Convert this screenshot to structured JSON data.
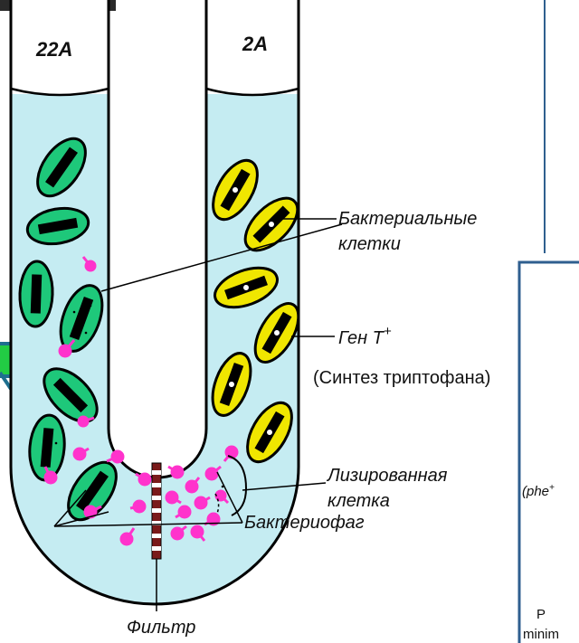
{
  "diagram": {
    "tube_left_label": "22A",
    "tube_right_label": "2A",
    "labels": {
      "bacterial_cells_line1": "Бактериальные",
      "bacterial_cells_line2": "клетки",
      "gene": "Ген Т",
      "gene_sup": "+",
      "synthesis": "(Синтез триптофана)",
      "lysed_line1": "Лизированная",
      "lysed_line2": "клетка",
      "phage": "Бактериофаг",
      "filter": "Фильтр"
    },
    "side_panel_fragments": {
      "phe_prefix": "(phe",
      "phe_sup": "+",
      "letter_p": "P",
      "minim": "minim"
    }
  },
  "colors": {
    "medium": "#c5ecf2",
    "green_cell": "#1ec87a",
    "yellow_cell": "#f0e600",
    "phage": "#ff33cc",
    "filter": "#7a1a1a",
    "panel_border": "#2f5f8f",
    "green_square": "#22cc44",
    "dark_photo": "#2a2a2a"
  }
}
